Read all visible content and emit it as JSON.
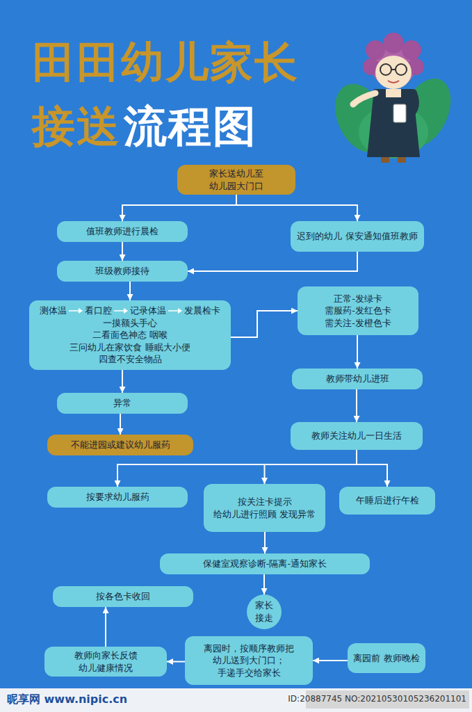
{
  "diagram": {
    "title": "田田幼儿家长",
    "nodes": [
      {
        "text": [
          "家长送幼儿至 幼儿园大门口"
        ]
      },
      {
        "text": [
          "值班教师进行晨检"
        ]
      },
      {
        "text": [
          "迟到的幼儿 保安通知值班教师"
        ]
      },
      {
        "text": [
          "班级教师接待"
        ]
      },
      {
        "text": [
          "测体温",
          "看口腔",
          "记录体温",
          "发晨检卡",
          "一摸额头手心",
          "二看面色神态 咽喉",
          "三问幼儿在家饮食 睡眠大小便",
          "四查不安全物品"
        ]
      },
      {
        "text": [
          "正常-发绿卡",
          "需服药-发红色卡",
          "需关注-发橙色卡"
        ]
      },
      {
        "text": [
          "异常"
        ]
      },
      {
        "text": [
          "教师带幼儿进班"
        ]
      },
      {
        "text": [
          "不能进园或建议幼儿服药"
        ]
      },
      {
        "text": [
          "教师关注幼儿一日生活"
        ]
      },
      {
        "text": [
          "按要求幼儿服药"
        ]
      },
      {
        "text": [
          "按关注卡提示 给幼儿进行照顾 发现异常"
        ]
      },
      {
        "text": [
          "午睡后进行午检"
        ]
      },
      {
        "text": [
          "保健室观察诊断-隔离-通知家长"
        ]
      },
      {
        "text": [
          "按各色卡收回"
        ]
      },
      {
        "text": [
          "家长 接走"
        ]
      },
      {
        "text": [
          "教师向家长反馈 幼儿健康情况"
        ]
      },
      {
        "text": [
          "离园时，按顺序教师把 幼儿送到大门口； 手递手交给家长"
        ]
      },
      {
        "text": [
          "离园前 教师晚检"
        ]
      }
    ],
    "edges": [
      {
        "from": 0,
        "to": 1,
        "arrow": "to"
      },
      {
        "from": 0,
        "to": 2,
        "arrow": "to"
      },
      {
        "from": 1,
        "to": 3,
        "arrow": "to"
      },
      {
        "from": 2,
        "to": 3,
        "arrow": "to"
      },
      {
        "from": 3,
        "to": 4,
        "arrow": "to"
      },
      {
        "from": 4,
        "to": 5,
        "arrow": "to"
      },
      {
        "from": 4,
        "to": 6,
        "arrow": "to"
      },
      {
        "from": 6,
        "to": 8,
        "arrow": "to"
      },
      {
        "from": 5,
        "to": 7,
        "arrow": "to"
      },
      {
        "from": 7,
        "to": 9,
        "arrow": "to"
      },
      {
        "from": 9,
        "to": 10,
        "arrow": "to"
      },
      {
        "from": 9,
        "to": 11,
        "arrow": "to"
      },
      {
        "from": 9,
        "to": 12,
        "arrow": "to"
      },
      {
        "from": 11,
        "to": 13,
        "arrow": "to"
      },
      {
        "from": 13,
        "to": 15,
        "arrow": "to"
      },
      {
        "from": 18,
        "to": 17,
        "arrow": "to"
      },
      {
        "from": 17,
        "to": 16,
        "arrow": "to"
      },
      {
        "from": 16,
        "to": 14,
        "arrow": "to"
      }
    ],
    "labels": [
      "接送",
      "流程图",
      "昵享网 www.nipic.cn",
      "ID:20887745 NO:20210530105236201101"
    ]
  }
}
